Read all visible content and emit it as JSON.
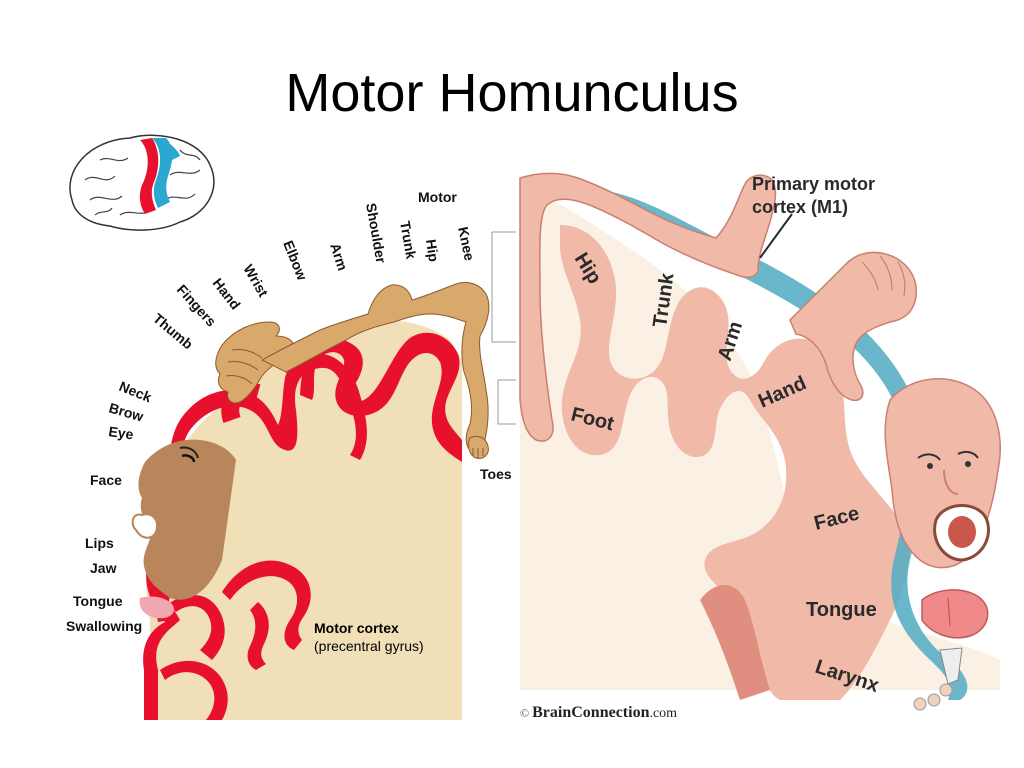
{
  "slide": {
    "title": "Motor Homunculus"
  },
  "left_diagram": {
    "heading": "Motor",
    "caption_line1": "Motor cortex",
    "caption_line2": "(precentral gyrus)",
    "labels": {
      "knee": "Knee",
      "hip": "Hip",
      "trunk": "Trunk",
      "shoulder": "Shoulder",
      "arm": "Arm",
      "elbow": "Elbow",
      "wrist": "Wrist",
      "hand": "Hand",
      "fingers": "Fingers",
      "thumb": "Thumb",
      "neck": "Neck",
      "brow": "Brow",
      "eye": "Eye",
      "face": "Face",
      "lips": "Lips",
      "jaw": "Jaw",
      "tongue": "Tongue",
      "swallowing": "Swallowing",
      "toes": "Toes"
    },
    "colors": {
      "cortex": "#e8112d",
      "tissue": "#f1dfb8",
      "body": "#d9a86b",
      "highlight_blue": "#2aa8d0"
    }
  },
  "right_diagram": {
    "title_line1": "Primary motor",
    "title_line2": "cortex (M1)",
    "labels": {
      "hip": "Hip",
      "trunk": "Trunk",
      "arm": "Arm",
      "hand": "Hand",
      "foot": "Foot",
      "face": "Face",
      "tongue": "Tongue",
      "larynx": "Larynx"
    },
    "credit_brand": "BrainConnection",
    "credit_tld": ".com",
    "colors": {
      "cortex": "#f0b9a8",
      "white_matter": "#fbf0e4",
      "layer_blue": "#5aaec4"
    }
  }
}
